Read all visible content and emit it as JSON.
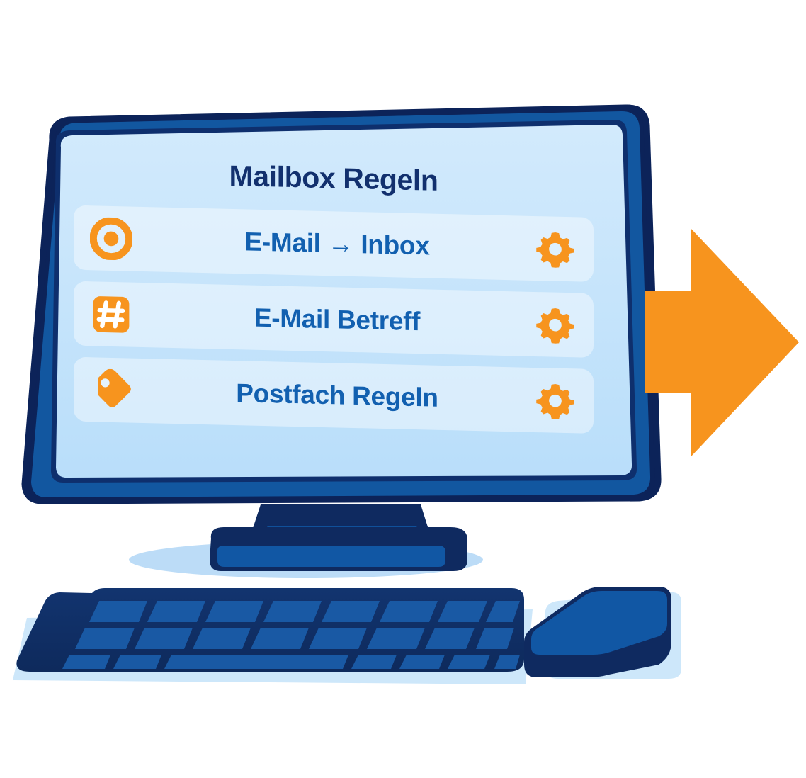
{
  "scene": {
    "kind": "illustration-desktop-computer",
    "background_color": "#ffffff"
  },
  "palette": {
    "bezel_outline": "#0c2359",
    "bezel_face": "#1257a0",
    "bezel_inner": "#0e2f6d",
    "screen_top": "#cfe8fb",
    "screen_bottom": "#bcdffa",
    "row_fill": "#ddf0fd",
    "title_text": "#12306e",
    "row_text": "#1260b0",
    "accent_orange": "#f7941e",
    "hardware_dark": "#0f2a60",
    "hardware_light": "#1157a4",
    "shadow_blue": "#bcdcf7"
  },
  "screen": {
    "title": "Mailbox Regeln",
    "rules": [
      {
        "icon": "target-icon",
        "label": "E-Mail → Inbox",
        "label_prefix": "E-Mail",
        "label_arrow": "→",
        "label_suffix": "Inbox",
        "action_icon": "gear-icon"
      },
      {
        "icon": "hash-icon",
        "label": "E-Mail Betreff",
        "action_icon": "gear-icon"
      },
      {
        "icon": "tag-icon",
        "label": "Postfach Regeln",
        "action_icon": "gear-icon"
      }
    ]
  },
  "hardware": {
    "monitor": "monitor",
    "stand": "monitor-stand",
    "keyboard": "keyboard",
    "mouse": "mouse",
    "shadow": "floor-shadow"
  },
  "arrow": {
    "name": "forward-arrow",
    "direction": "right",
    "color": "#f7941e"
  }
}
